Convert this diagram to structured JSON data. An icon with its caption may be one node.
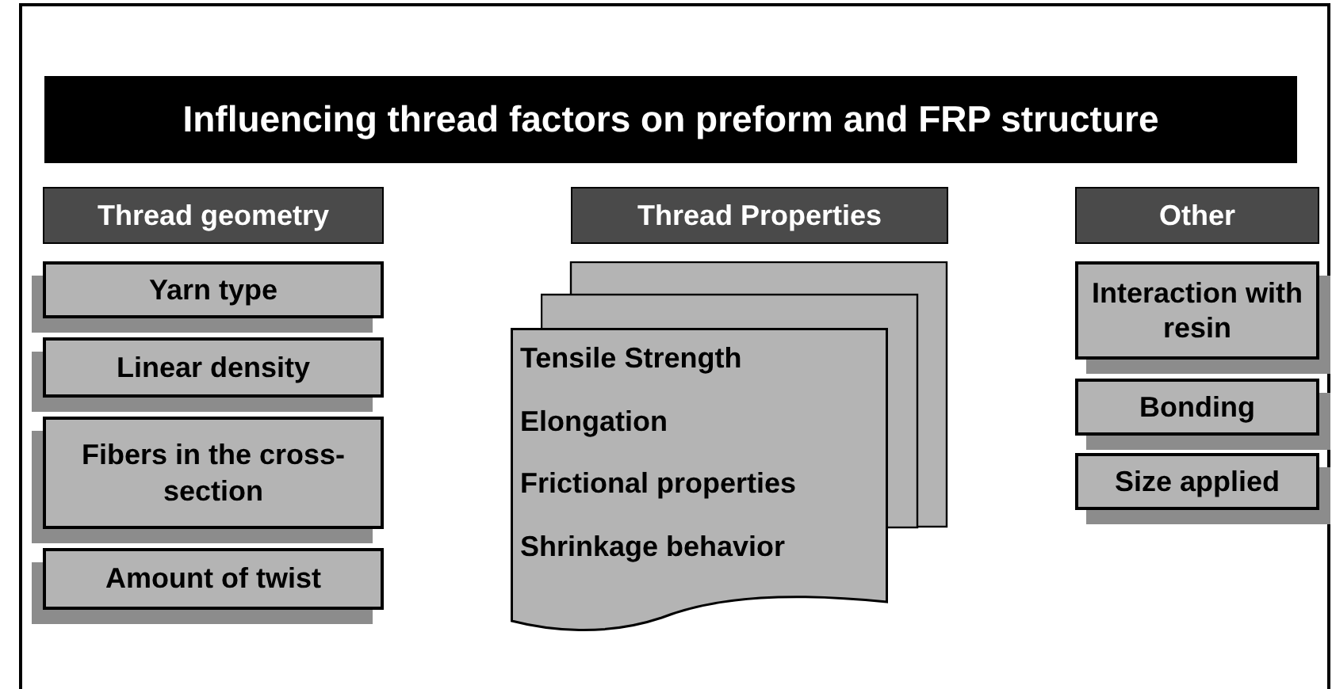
{
  "diagram": {
    "title": "Influencing thread factors on preform and FRP structure",
    "nodes": [
      {
        "text": [
          "Thread geometry"
        ]
      },
      {
        "text": [
          "Yarn type"
        ]
      },
      {
        "text": [
          "Linear density"
        ]
      },
      {
        "text": [
          "Fibers in the cross-section"
        ]
      },
      {
        "text": [
          "Amount of twist"
        ]
      },
      {
        "text": [
          "Thread Properties"
        ]
      },
      {
        "text": [
          "Tensile Strength",
          "Elongation",
          "Frictional properties",
          "Shrinkage behavior"
        ]
      },
      {
        "text": [
          "Other"
        ]
      },
      {
        "text": [
          "Interaction with resin"
        ]
      },
      {
        "text": [
          "Bonding"
        ]
      },
      {
        "text": [
          "Size applied"
        ]
      }
    ]
  }
}
